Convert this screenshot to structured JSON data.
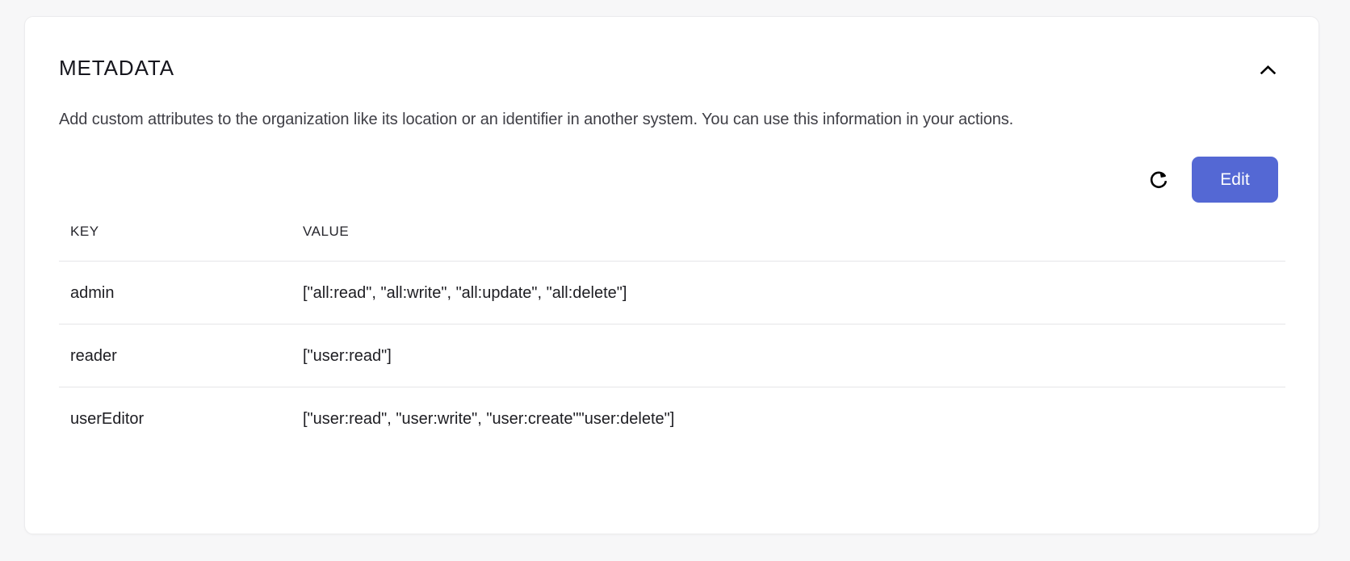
{
  "card": {
    "title": "METADATA",
    "description": "Add custom attributes to the organization like its location or an identifier in another system. You can use this information in your actions.",
    "collapse_icon": "chevron-up-icon"
  },
  "actions": {
    "refresh_icon": "refresh-icon",
    "edit_label": "Edit",
    "edit_color": "#5468d4"
  },
  "table": {
    "columns": [
      "KEY",
      "VALUE"
    ],
    "rows": [
      {
        "key": "admin",
        "value": "[\"all:read\", \"all:write\", \"all:update\", \"all:delete\"]"
      },
      {
        "key": "reader",
        "value": "[\"user:read\"]"
      },
      {
        "key": "userEditor",
        "value": "[\"user:read\", \"user:write\", \"user:create\"\"user:delete\"]"
      }
    ]
  }
}
